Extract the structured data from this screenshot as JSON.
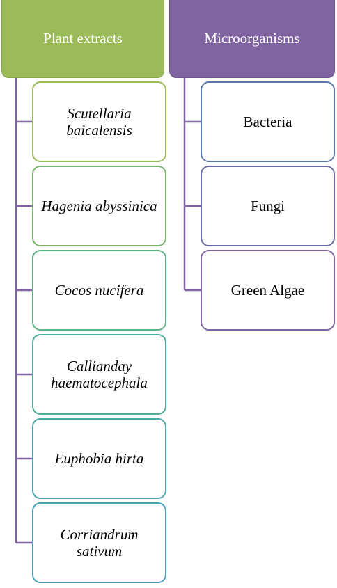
{
  "columns": [
    {
      "header": "Plant extracts",
      "items": [
        "Scutellaria baicalensis",
        "Hagenia abyssinica",
        "Cocos nucifera",
        "Callianday haematocephala",
        "Euphobia hirta",
        "Corriandrum sativum"
      ]
    },
    {
      "header": "Microorganisms",
      "items": [
        "Bacteria",
        "Fungi",
        "Green Algae"
      ]
    }
  ],
  "colors": {
    "plant_header": "#9bbb59",
    "micro_header": "#8064a2",
    "connector": "#8064a2"
  }
}
